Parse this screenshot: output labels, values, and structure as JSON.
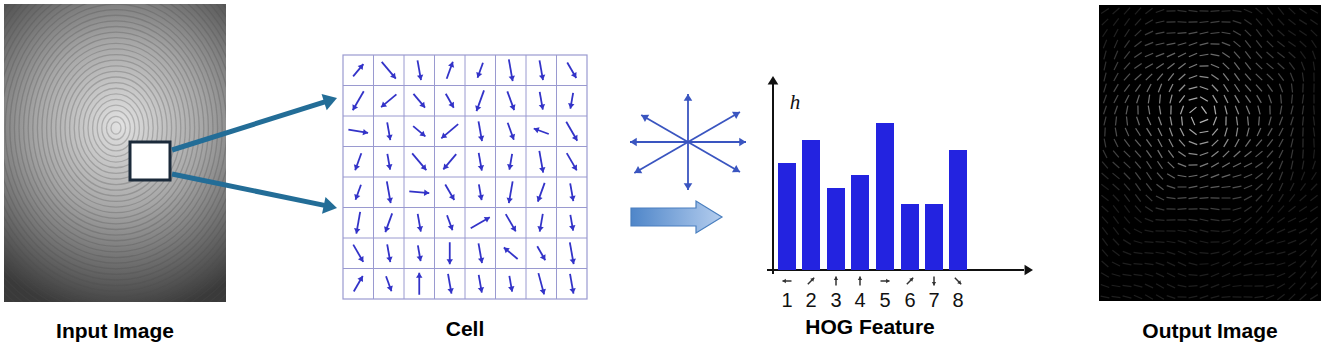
{
  "diagram": {
    "nodes": [
      {
        "text": [
          "Input Image"
        ]
      },
      {
        "text": [
          "Cell"
        ]
      },
      {
        "text": [
          "HOG Feature"
        ]
      },
      {
        "text": [
          "Output Image"
        ]
      }
    ],
    "edges": [
      {
        "from": 0,
        "to": 1,
        "arrow": "to"
      },
      {
        "from": 0,
        "to": 1,
        "arrow": "to"
      },
      {
        "from": 1,
        "to": 2,
        "arrow": "to"
      }
    ],
    "labels": [
      "h",
      "1",
      "2",
      "3",
      "4",
      "5",
      "6",
      "7",
      "8"
    ]
  }
}
